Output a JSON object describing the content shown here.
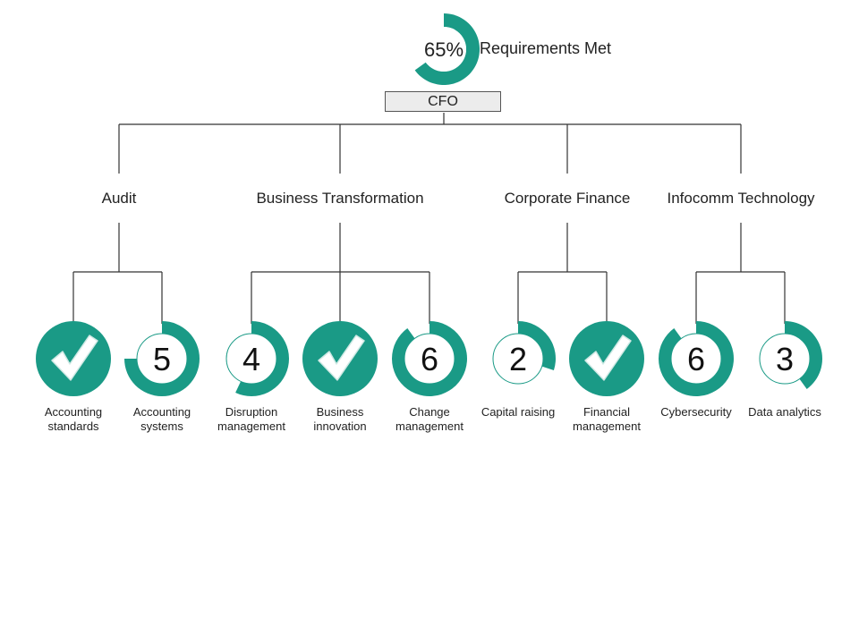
{
  "colors": {
    "accent": "#1a9a86",
    "line": "#333333",
    "root_fill": "#ececec",
    "text": "#222222"
  },
  "summary": {
    "percent_label": "65%",
    "percent_value": 65,
    "label": "Requirements Met"
  },
  "root": {
    "label": "CFO"
  },
  "branches": [
    {
      "label": "Audit",
      "skills": [
        {
          "label": "Accounting standards",
          "status": "complete",
          "fraction": 1,
          "icon": "checkmark-icon"
        },
        {
          "label": "Accounting systems",
          "status": "partial",
          "value": "5",
          "fraction": 0.75
        }
      ]
    },
    {
      "label": "Business Transformation",
      "skills": [
        {
          "label": "Disruption management",
          "status": "partial",
          "value": "4",
          "fraction": 0.57
        },
        {
          "label": "Business innovation",
          "status": "complete",
          "fraction": 1,
          "icon": "checkmark-icon"
        },
        {
          "label": "Change management",
          "status": "partial",
          "value": "6",
          "fraction": 0.9
        }
      ]
    },
    {
      "label": "Corporate Finance",
      "skills": [
        {
          "label": "Capital raising",
          "status": "partial",
          "value": "2",
          "fraction": 0.3
        },
        {
          "label": "Financial management",
          "status": "complete",
          "fraction": 1,
          "icon": "checkmark-icon"
        }
      ]
    },
    {
      "label": "Infocomm Technology",
      "skills": [
        {
          "label": "Cybersecurity",
          "status": "partial",
          "value": "6",
          "fraction": 0.9
        },
        {
          "label": "Data analytics",
          "status": "partial",
          "value": "3",
          "fraction": 0.4
        }
      ]
    }
  ]
}
